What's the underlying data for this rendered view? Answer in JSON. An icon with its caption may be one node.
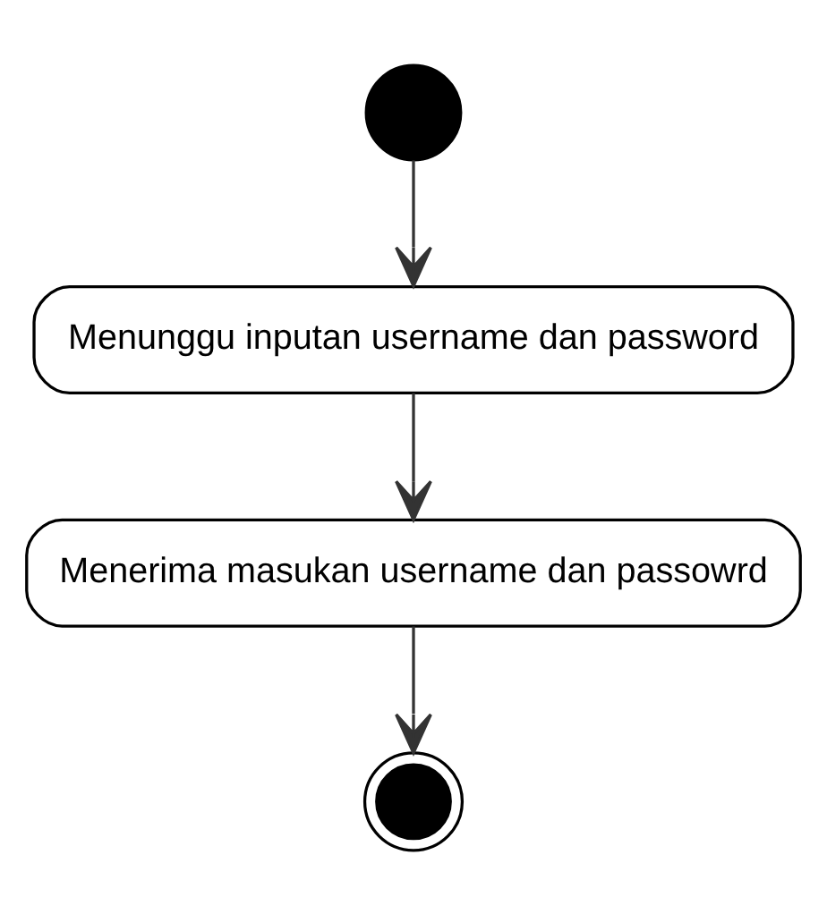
{
  "diagram": {
    "nodes": [
      {
        "text": [],
        "shape": "circle"
      },
      {
        "text": [
          "Menunggu inputan username dan password"
        ]
      },
      {
        "text": [
          "Menerima masukan username dan passowrd"
        ]
      },
      {
        "text": [],
        "shape": "bullseye"
      }
    ],
    "edges": [
      {
        "from": 0,
        "to": 1,
        "arrow": "to"
      },
      {
        "from": 1,
        "to": 2,
        "arrow": "to"
      },
      {
        "from": 2,
        "to": 3,
        "arrow": "to"
      }
    ]
  }
}
